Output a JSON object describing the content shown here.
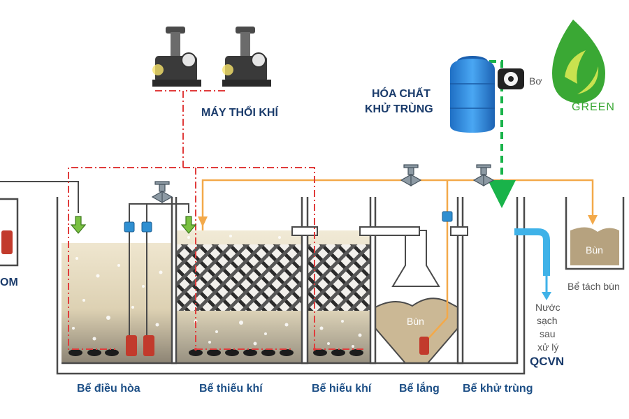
{
  "labels": {
    "blower": "MÁY THỔI KHÍ",
    "chemical_line1": "HÓA CHẤT",
    "chemical_line2": "KHỬ TRÙNG",
    "pump_partial": "Bơ",
    "tank_left_partial": "OM",
    "equalization_tank": "Bể điều hòa",
    "anoxic_tank": "Bể thiếu khí",
    "aerobic_tank": "Bể hiếu khí",
    "settling_tank": "Bể lắng",
    "disinfection_tank": "Bể khử trùng",
    "sludge_tank": "Bể tách bùn",
    "sludge_in_settling": "Bùn",
    "sludge_in_tank": "Bùn",
    "clean_water": [
      "Nước",
      "sạch",
      "sau",
      "xử lý"
    ],
    "standard": "QCVN",
    "logo_text": "GREEN"
  },
  "colors": {
    "air_line": "#e03c3c",
    "water_line": "#f3a94a",
    "chemical_line": "#19b34a",
    "tank_outline": "#4a4a4a",
    "label_blue": "#1d4f86",
    "water_fill": "#e6dcc4",
    "sludge_fill": "#b6a27f",
    "logo_green": "#3aa834",
    "chemical_tank": "#2e86dd",
    "outlet_pipe": "#3fb2e8"
  },
  "icons": [
    "air-blower-icon",
    "chemical-tank-icon",
    "dosing-pump-icon",
    "valve-icon",
    "submersible-pump-icon",
    "air-diffuser-icon",
    "green-leaf-logo-icon"
  ]
}
